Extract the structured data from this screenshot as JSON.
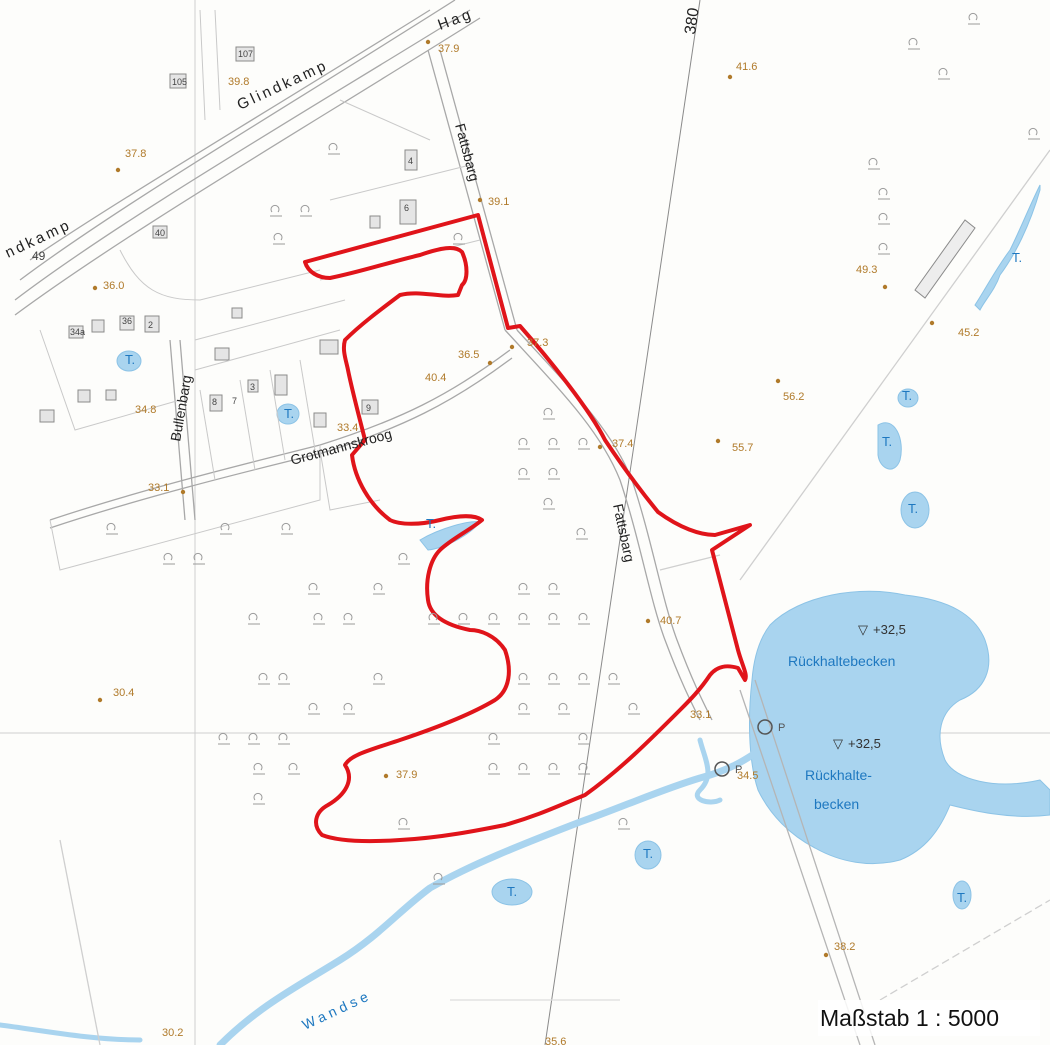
{
  "colors": {
    "boundary": "#e0141a",
    "water": "#a9d4ef",
    "water_text": "#1e78c0",
    "height_text": "#b07a2a",
    "line": "#bdbdbd",
    "text": "#222222"
  },
  "streets": {
    "glindkamp_top": "Glindkamp",
    "glindkamp_left": "ndkamp",
    "hag": "Hag",
    "fattsbarg_north": "Fattsbarg",
    "fattsbarg_south": "Fattsbarg",
    "bullenbarg": "Bullenbarg",
    "grotmannskroog": "Grotmannskroog",
    "wandse": "Wandse"
  },
  "water_labels": {
    "pond_top": "Rückhaltebecken",
    "pond_bottom_1": "Rückhalte-",
    "pond_bottom_2": "becken",
    "level_1": "+32,5",
    "level_2": "+32,5",
    "t1": "T.",
    "t2": "T.",
    "t3": "T.",
    "t4": "T.",
    "t5": "T.",
    "t6": "T.",
    "t7": "T.",
    "t8": "T.",
    "t9": "T.",
    "t10": "T."
  },
  "heights": [
    "37.9",
    "41.6",
    "39.8",
    "37.8",
    "39.1",
    "36.0",
    "49.3",
    "45.2",
    "37.3",
    "36.5",
    "40.4",
    "56.2",
    "34.8",
    "33.4",
    "37.4",
    "55.7",
    "33.1",
    "40.7",
    "30.4",
    "33.1",
    "34.5",
    "37.9",
    "38.2",
    "30.2",
    "35.6"
  ],
  "house_numbers": [
    "107",
    "105",
    "40",
    "49",
    "34a",
    "36",
    "2",
    "8",
    "7",
    "3",
    "9",
    "4",
    "6"
  ],
  "grid_label": "380",
  "markers": {
    "p1": "P",
    "p2": "P"
  },
  "scale": {
    "text": "Maßstab 1 : 5000",
    "ratio": 5000
  }
}
